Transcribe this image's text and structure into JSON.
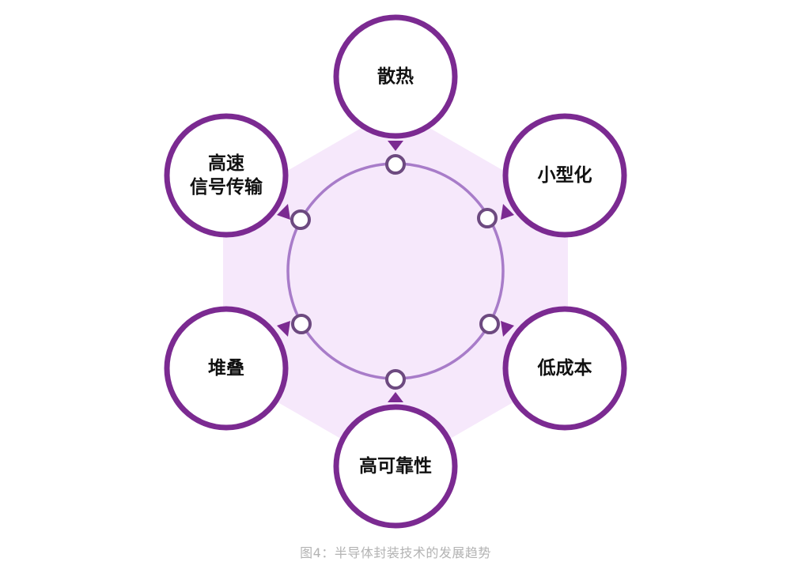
{
  "nodes": [
    {
      "key": "top",
      "lines": [
        "散热"
      ]
    },
    {
      "key": "upper-right",
      "lines": [
        "小型化"
      ]
    },
    {
      "key": "lower-right",
      "lines": [
        "低成本"
      ]
    },
    {
      "key": "bottom",
      "lines": [
        "高可靠性"
      ]
    },
    {
      "key": "lower-left",
      "lines": [
        "堆叠"
      ]
    },
    {
      "key": "upper-left",
      "lines": [
        "高速",
        "信号传输"
      ]
    }
  ],
  "caption": "图4：半导体封装技术的发展趋势",
  "colors": {
    "node_border": "#7b2a91",
    "ring": "#a87cc9",
    "hexagon": "#f6e8fb",
    "connector_border": "#6d4a80",
    "text": "#111111",
    "caption": "#b3b3b3"
  }
}
